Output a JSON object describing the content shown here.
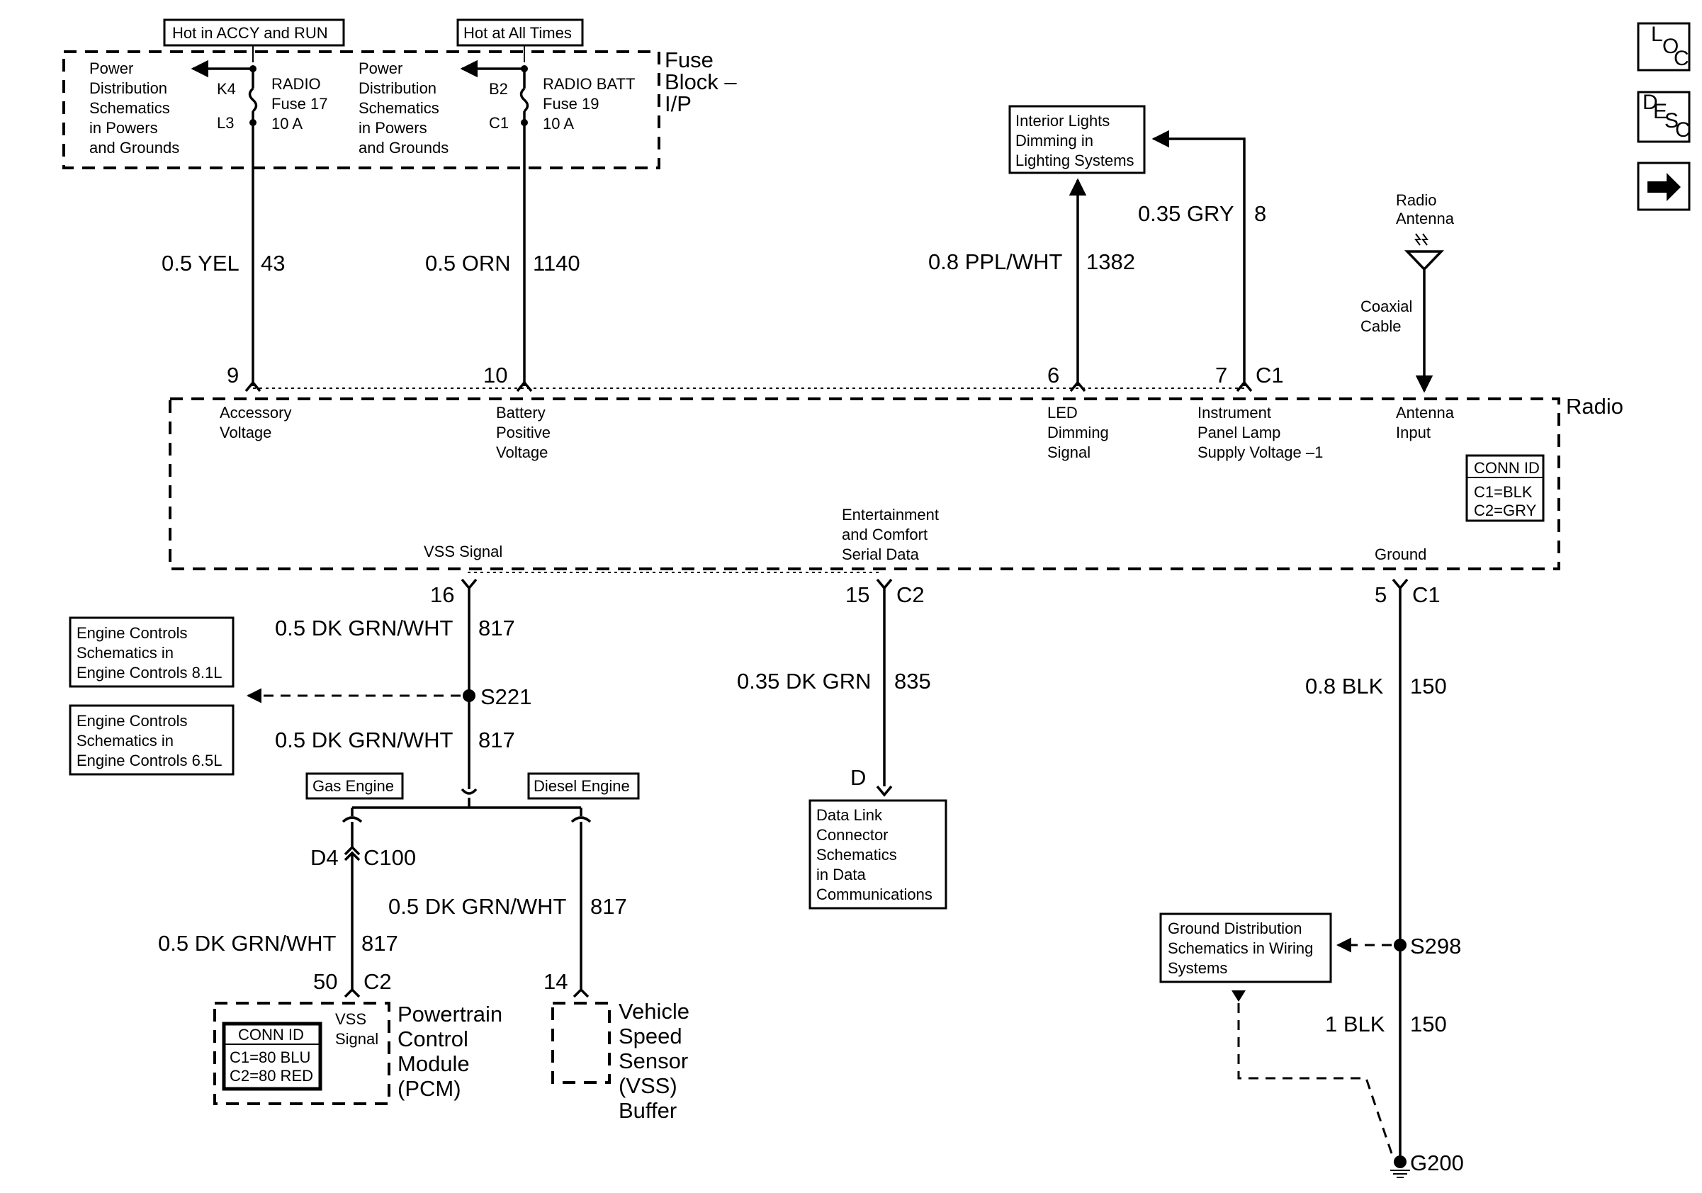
{
  "nav": {
    "loc": {
      "l": "L",
      "o": "O",
      "c": "C"
    },
    "desc": {
      "d": "D",
      "e": "E",
      "s": "S",
      "c": "C"
    }
  },
  "fuse_block": {
    "title_1": "Fuse",
    "title_2": "Block –",
    "title_3": "I/P",
    "hot_accy": "Hot in ACCY and RUN",
    "hot_all": "Hot at All Times",
    "pd_left": [
      "Power",
      "Distribution",
      "Schematics",
      "in Powers",
      "and Grounds"
    ],
    "pd_right": [
      "Power",
      "Distribution",
      "Schematics",
      "in Powers",
      "and Grounds"
    ],
    "fuse17": {
      "pin_top": "K4",
      "pin_bottom": "L3",
      "name": "RADIO",
      "fuse": "Fuse 17",
      "rating": "10 A"
    },
    "fuse19": {
      "pin_top": "B2",
      "pin_bottom": "C1",
      "name": "RADIO BATT",
      "fuse": "Fuse 19",
      "rating": "10 A"
    }
  },
  "wires": {
    "yel": {
      "gauge": "0.5 YEL",
      "circuit": "43"
    },
    "orn": {
      "gauge": "0.5 ORN",
      "circuit": "1140"
    },
    "ppl": {
      "gauge": "0.8 PPL/WHT",
      "circuit": "1382"
    },
    "gry": {
      "gauge": "0.35 GRY",
      "circuit": "8"
    },
    "dkgrnwht_top": {
      "gauge": "0.5 DK GRN/WHT",
      "circuit": "817"
    },
    "dkgrnwht_mid": {
      "gauge": "0.5 DK GRN/WHT",
      "circuit": "817"
    },
    "dkgrnwht_gas": {
      "gauge": "0.5 DK GRN/WHT",
      "circuit": "817"
    },
    "dkgrnwht_diesel": {
      "gauge": "0.5 DK GRN/WHT",
      "circuit": "817"
    },
    "dkgrn": {
      "gauge": "0.35 DK GRN",
      "circuit": "835"
    },
    "blk_upper": {
      "gauge": "0.8 BLK",
      "circuit": "150"
    },
    "blk_lower": {
      "gauge": "1 BLK",
      "circuit": "150"
    }
  },
  "interior_lights": [
    "Interior Lights",
    "Dimming in",
    "Lighting Systems"
  ],
  "antenna": {
    "label": [
      "Radio",
      "Antenna"
    ],
    "cable": [
      "Coaxial",
      "Cable"
    ]
  },
  "radio": {
    "title": "Radio",
    "pins_top": [
      {
        "num": "9",
        "label": [
          "Accessory",
          "Voltage"
        ]
      },
      {
        "num": "10",
        "label": [
          "Battery",
          "Positive",
          "Voltage"
        ]
      },
      {
        "num": "6",
        "label": [
          "LED",
          "Dimming",
          "Signal"
        ]
      },
      {
        "num": "7",
        "conn": "C1",
        "label": [
          "Instrument",
          "Panel Lamp",
          "Supply Voltage –1"
        ]
      },
      {
        "label": [
          "Antenna",
          "Input"
        ]
      }
    ],
    "vss_label": "VSS Signal",
    "serial_label": [
      "Entertainment",
      "and Comfort",
      "Serial Data"
    ],
    "ground_label": "Ground",
    "pin16": "16",
    "pin15": "15",
    "pin15_conn": "C2",
    "pin5": "5",
    "pin5_conn": "C1",
    "conn_id": {
      "title": "CONN ID",
      "c1": "C1=BLK",
      "c2": "C2=GRY"
    }
  },
  "engine_81": [
    "Engine Controls",
    "Schematics in",
    "Engine Controls 8.1L"
  ],
  "engine_65": [
    "Engine Controls",
    "Schematics in",
    "Engine Controls 6.5L"
  ],
  "splices": {
    "s221": "S221",
    "s298": "S298"
  },
  "gas_engine": "Gas Engine",
  "diesel_engine": "Diesel Engine",
  "c100": {
    "pin": "D4",
    "conn": "C100"
  },
  "pcm": {
    "pin": "50",
    "conn": "C2",
    "signal": [
      "VSS",
      "Signal"
    ],
    "title": [
      "Powertrain",
      "Control",
      "Module",
      "(PCM)"
    ],
    "conn_id": {
      "title": "CONN ID",
      "c1": "C1=80 BLU",
      "c2": "C2=80 RED"
    }
  },
  "vss_buffer": {
    "pin": "14",
    "title": [
      "Vehicle",
      "Speed",
      "Sensor",
      "(VSS)",
      "Buffer"
    ]
  },
  "dlc": {
    "pin": "D",
    "title": [
      "Data Link",
      "Connector",
      "Schematics",
      "in Data",
      "Communications"
    ]
  },
  "ground_dist": [
    "Ground Distribution",
    "Schematics in Wiring",
    "Systems"
  ],
  "ground": "G200"
}
